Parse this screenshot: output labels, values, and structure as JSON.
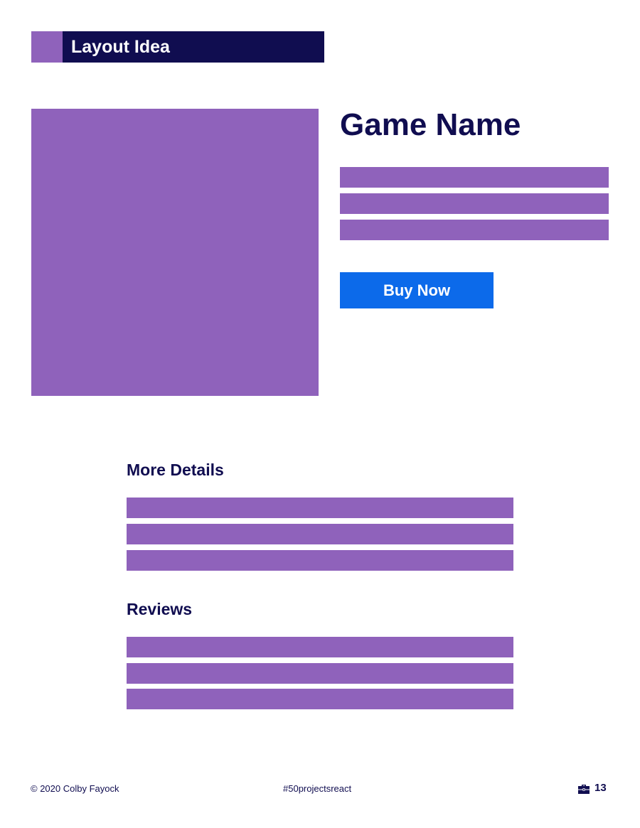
{
  "header": {
    "title": "Layout Idea"
  },
  "hero": {
    "title": "Game Name",
    "buy_button_label": "Buy Now"
  },
  "sections": {
    "details": {
      "heading": "More Details"
    },
    "reviews": {
      "heading": "Reviews"
    }
  },
  "footer": {
    "copyright": "© 2020 Colby Fayock",
    "hashtag": "#50projectsreact",
    "page_number": "13",
    "icon": "briefcase-icon"
  },
  "colors": {
    "accent": "#8f62bb",
    "navy": "#100d50",
    "button": "#0c6aea"
  }
}
